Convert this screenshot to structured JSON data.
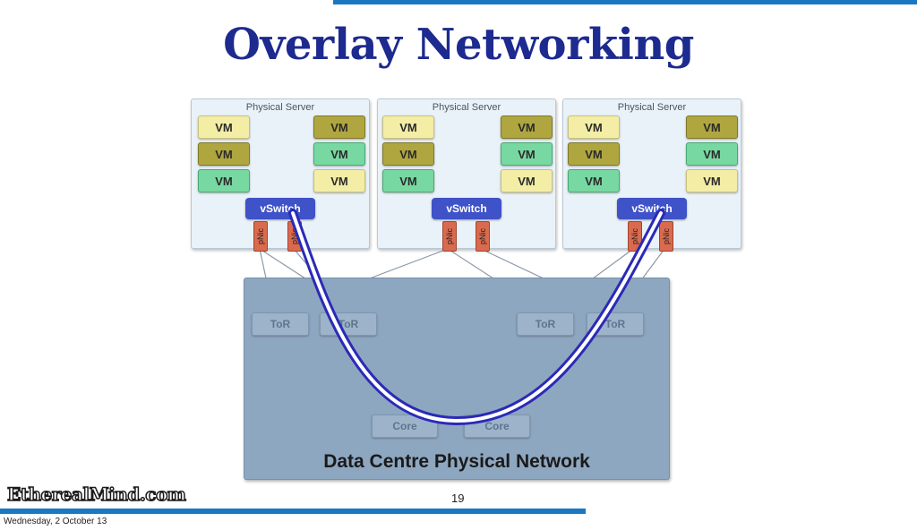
{
  "title": "Overlay Networking",
  "servers": [
    {
      "title": "Physical Server",
      "vswitch": "vSwitch",
      "pnic1": "pNic",
      "pnic2": "pNic",
      "vms": [
        "VM",
        "VM",
        "VM",
        "VM",
        "VM",
        "VM"
      ]
    },
    {
      "title": "Physical Server",
      "vswitch": "vSwitch",
      "pnic1": "pNic",
      "pnic2": "pNic",
      "vms": [
        "VM",
        "VM",
        "VM",
        "VM",
        "VM",
        "VM"
      ]
    },
    {
      "title": "Physical Server",
      "vswitch": "vSwitch",
      "pnic1": "pNic",
      "pnic2": "pNic",
      "vms": [
        "VM",
        "VM",
        "VM",
        "VM",
        "VM",
        "VM"
      ]
    }
  ],
  "network": {
    "label": "Data Centre Physical Network",
    "tor": [
      "ToR",
      "ToR",
      "ToR",
      "ToR"
    ],
    "core": [
      "Core",
      "Core"
    ]
  },
  "colors": {
    "title": "#1d2a8f",
    "vswitch": "#3f52c8",
    "pnic": "#d96a4e",
    "overlay_tunnel": "#2a2ab8",
    "accent_bar": "#1a78c2"
  },
  "footer": {
    "logo": "EtherealMind.com",
    "page_number": "19",
    "date": "Wednesday, 2 October 13"
  }
}
